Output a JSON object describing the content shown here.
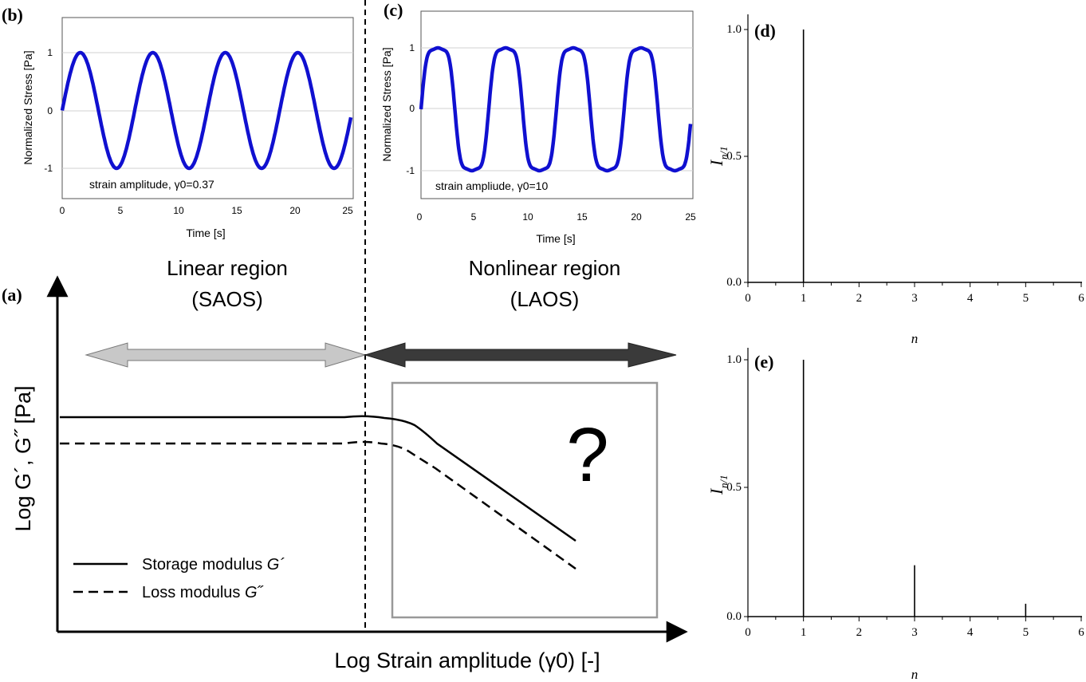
{
  "colors": {
    "wave": "#1010d0",
    "box": "#999999",
    "light_arrow": "#c8c8c8",
    "dark_arrow": "#3a3a3a"
  },
  "panels": {
    "a": {
      "label": "(a)"
    },
    "b": {
      "label": "(b)"
    },
    "c": {
      "label": "(c)"
    },
    "d": {
      "label": "(d)"
    },
    "e": {
      "label": "(e)"
    }
  },
  "regions": {
    "linear_line1": "Linear region",
    "linear_line2": "(SAOS)",
    "nonlinear_line1": "Nonlinear region",
    "nonlinear_line2": "(LAOS)"
  },
  "schematic": {
    "xlabel": "Log Strain amplitude (γ0) [-]",
    "ylabel": "Log G´, G˝ [Pa]",
    "question": "?",
    "legend": {
      "storage_text": "Storage modulus ",
      "storage_symbol": "G´",
      "loss_text": "Loss modulus ",
      "loss_symbol": "G˝"
    }
  },
  "chart_data": [
    {
      "panel": "b",
      "type": "line",
      "xlabel": "Time [s]",
      "ylabel": "Normalized Stress [Pa]",
      "xlim": [
        0,
        25
      ],
      "ylim": [
        -1.5,
        1.5
      ],
      "xticks": [
        "0",
        "5",
        "10",
        "15",
        "20",
        "25"
      ],
      "yticks": [
        "-1",
        "0",
        "1"
      ],
      "grid": "horizontal",
      "annotation": "strain amplitude, γ0=0.37",
      "waveform": "sinusoidal",
      "period_s": 6.28,
      "amplitude": 1
    },
    {
      "panel": "c",
      "type": "line",
      "xlabel": "Time [s]",
      "ylabel": "Normalized Stress [Pa]",
      "xlim": [
        0,
        25
      ],
      "ylim": [
        -1.5,
        1.5
      ],
      "xticks": [
        "0",
        "5",
        "10",
        "15",
        "20",
        "25"
      ],
      "yticks": [
        "-1",
        "0",
        "1"
      ],
      "grid": "horizontal",
      "annotation": "strain ampliude, γ0=10",
      "waveform": "distorted (odd harmonics)",
      "period_s": 6.28,
      "amplitude": 1
    },
    {
      "panel": "d",
      "type": "bar",
      "xlabel": "n",
      "ylabel": "I n/1",
      "xlim": [
        0,
        6
      ],
      "ylim": [
        0,
        1.05
      ],
      "xticks": [
        "0",
        "1",
        "2",
        "3",
        "4",
        "5",
        "6"
      ],
      "yticks": [
        "0.0",
        "0.5",
        "1.0"
      ],
      "x": [
        1
      ],
      "values": [
        1.0
      ]
    },
    {
      "panel": "e",
      "type": "bar",
      "xlabel": "n",
      "ylabel": "I n/1",
      "xlim": [
        0,
        6
      ],
      "ylim": [
        0,
        1.05
      ],
      "xticks": [
        "0",
        "1",
        "2",
        "3",
        "4",
        "5",
        "6"
      ],
      "yticks": [
        "0.0",
        "0.5",
        "1.0"
      ],
      "x": [
        1,
        3,
        5
      ],
      "values": [
        1.0,
        0.2,
        0.05
      ]
    }
  ]
}
